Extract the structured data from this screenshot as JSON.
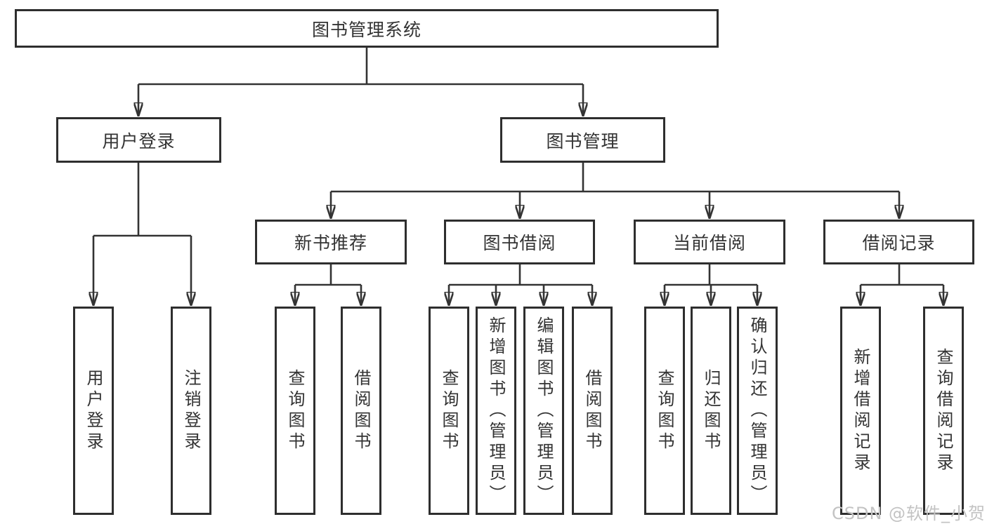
{
  "diagram": {
    "root": {
      "label": "图书管理系统",
      "children": [
        {
          "label": "用户登录",
          "children": [
            {
              "label": "用户登录"
            },
            {
              "label": "注销登录"
            }
          ]
        },
        {
          "label": "图书管理",
          "children": [
            {
              "label": "新书推荐",
              "children": [
                {
                  "label": "查询图书"
                },
                {
                  "label": "借阅图书"
                }
              ]
            },
            {
              "label": "图书借阅",
              "children": [
                {
                  "label": "查询图书"
                },
                {
                  "label": "新增图书（管理员）"
                },
                {
                  "label": "编辑图书（管理员）"
                },
                {
                  "label": "借阅图书"
                }
              ]
            },
            {
              "label": "当前借阅",
              "children": [
                {
                  "label": "查询图书"
                },
                {
                  "label": "归还图书"
                },
                {
                  "label": "确认归还（管理员）"
                }
              ]
            },
            {
              "label": "借阅记录",
              "children": [
                {
                  "label": "新增借阅记录"
                },
                {
                  "label": "查询借阅记录"
                }
              ]
            }
          ]
        }
      ]
    }
  },
  "watermark": {
    "text": "CSDN @软件_小贺同学"
  },
  "colors": {
    "line": "#333333",
    "box_border": "#2e2e2e",
    "text": "#333333",
    "watermark": "#c3c3c3",
    "background": "#ffffff"
  }
}
